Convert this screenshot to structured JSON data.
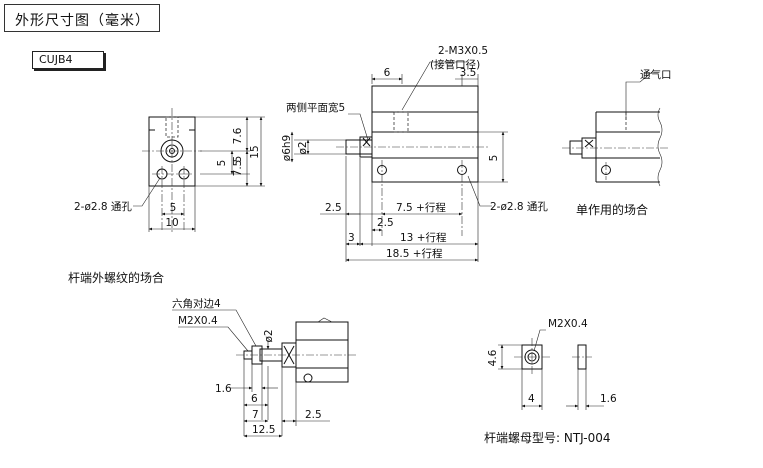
{
  "header": {
    "title": "外形尺寸图（毫米）",
    "model": "CUJB4"
  },
  "front_view": {
    "hole_callout": "2-ø2.8 通孔",
    "dim_7_6": "7.6",
    "dim_15": "15",
    "dim_5_left": "5",
    "dim_5_right": "5",
    "dim_7_5": "7.5",
    "dim_bottom_5": "5",
    "dim_bottom_10": "10"
  },
  "side_view": {
    "port_callout_1": "2-M3X0.5",
    "port_callout_2": "(接管口径)",
    "dim_6": "6",
    "dim_3_5": "3.5",
    "width_across_flats": "两侧平面宽5",
    "rod_dia": "ø6h9",
    "rod_small": "ø2",
    "dim_5_right": "5",
    "hole_callout": "2-ø2.8 通孔",
    "dim_2_5_a": "2.5",
    "dim_7_5_stroke": "7.5 +行程",
    "dim_2_5_b": "2.5",
    "dim_3": "3",
    "dim_13_stroke": "13 +行程",
    "dim_18_5_stroke": "18.5 +行程"
  },
  "single_acting": {
    "vent_label": "通气口",
    "caption": "单作用的场合"
  },
  "rod_male": {
    "section_title": "杆端外螺纹的场合",
    "hex_label": "六角对边4",
    "thread": "M2X0.4",
    "rod_dia": "ø2",
    "dim_1_6": "1.6",
    "dim_6": "6",
    "dim_7": "7",
    "dim_2_5": "2.5",
    "dim_12_5": "12.5"
  },
  "rod_nut": {
    "thread": "M2X0.4",
    "dim_4_6": "4.6",
    "dim_4": "4",
    "dim_1_6": "1.6",
    "caption": "杆端螺母型号: NTJ-004"
  }
}
